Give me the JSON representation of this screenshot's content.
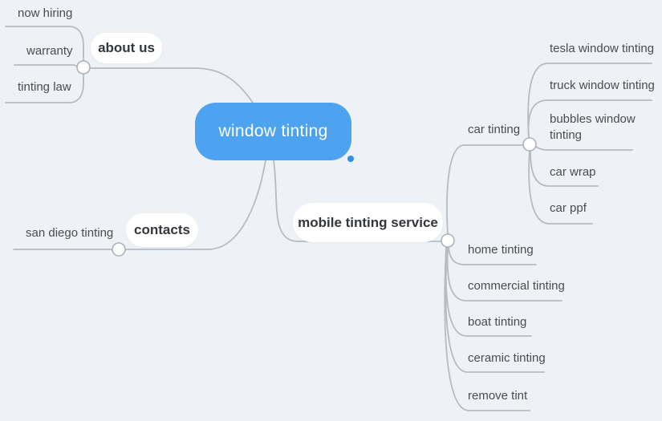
{
  "colors": {
    "background": "#eef1f5",
    "root_fill": "#4da3f0",
    "root_text": "#ffffff",
    "line": "#b7bbc2",
    "topic_text": "#33363b",
    "leaf_text": "#494c52",
    "handle_dot": "#2e90e8"
  },
  "root": {
    "label": "window tinting"
  },
  "branches": {
    "about_us": {
      "label": "about us",
      "children": [
        {
          "label": "now hiring"
        },
        {
          "label": "warranty"
        },
        {
          "label": "tinting law"
        }
      ]
    },
    "contacts": {
      "label": "contacts",
      "children": [
        {
          "label": "san diego tinting"
        }
      ]
    },
    "mobile": {
      "label": "mobile tinting service",
      "children": [
        {
          "label": "car tinting",
          "children": [
            {
              "label": "tesla window tinting"
            },
            {
              "label": "truck window tinting"
            },
            {
              "label": "bubbles window tinting"
            },
            {
              "label": "car wrap"
            },
            {
              "label": "car ppf"
            }
          ]
        },
        {
          "label": "home tinting"
        },
        {
          "label": "commercial tinting"
        },
        {
          "label": "boat tinting"
        },
        {
          "label": "ceramic tinting"
        },
        {
          "label": "remove tint"
        }
      ]
    }
  }
}
